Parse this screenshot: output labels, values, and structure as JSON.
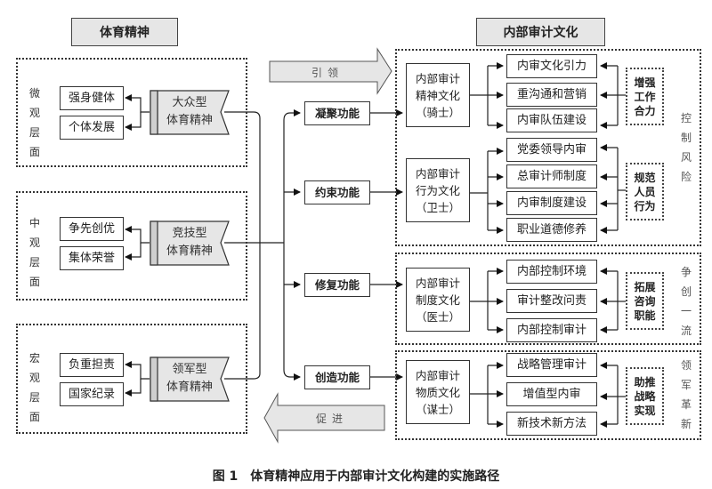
{
  "left_panel": {
    "title": "体育精神",
    "levels": [
      {
        "label_chars": [
          "微",
          "观",
          "层",
          "面"
        ],
        "items": [
          "强身健体",
          "个体发展"
        ],
        "spirit": [
          "大众型",
          "体育精神"
        ]
      },
      {
        "label_chars": [
          "中",
          "观",
          "层",
          "面"
        ],
        "items": [
          "争先创优",
          "集体荣誉"
        ],
        "spirit": [
          "竞技型",
          "体育精神"
        ]
      },
      {
        "label_chars": [
          "宏",
          "观",
          "层",
          "面"
        ],
        "items": [
          "负重担责",
          "国家纪录"
        ],
        "spirit": [
          "领军型",
          "体育精神"
        ]
      }
    ]
  },
  "middle": {
    "top_arrow_label": "引领",
    "bottom_arrow_label": "促进",
    "functions": [
      "凝聚功能",
      "约束功能",
      "修复功能",
      "创造功能"
    ]
  },
  "right_panel": {
    "title": "内部审计文化",
    "groups": [
      {
        "culture": [
          "内部审计",
          "精神文化",
          "（骑士）"
        ],
        "items": [
          "内审文化引力",
          "重沟通和营销",
          "内审队伍建设"
        ],
        "side": [
          "增强",
          "工作",
          "合力"
        ]
      },
      {
        "culture": [
          "内部审计",
          "行为文化",
          "（卫士）"
        ],
        "items": [
          "党委领导内审",
          "总审计师制度",
          "内审制度建设",
          "职业道德修养"
        ],
        "side": [
          "规范",
          "人员",
          "行为"
        ]
      },
      {
        "culture": [
          "内部审计",
          "制度文化",
          "（医士）"
        ],
        "items": [
          "内部控制环境",
          "审计整改问责",
          "内部控制审计"
        ],
        "side": [
          "拓展",
          "咨询",
          "职能"
        ]
      },
      {
        "culture": [
          "内部审计",
          "物质文化",
          "（谋士）"
        ],
        "items": [
          "战略管理审计",
          "增值型内审",
          "新技术新方法"
        ],
        "side": [
          "助推",
          "战略",
          "实现"
        ]
      }
    ],
    "vertical_labels": [
      [
        "控",
        "制",
        "风",
        "险"
      ],
      [
        "争",
        "创",
        "一",
        "流"
      ],
      [
        "领",
        "军",
        "革",
        "新"
      ]
    ]
  },
  "caption": "图 1　体育精神应用于内部审计文化构建的实施路径"
}
